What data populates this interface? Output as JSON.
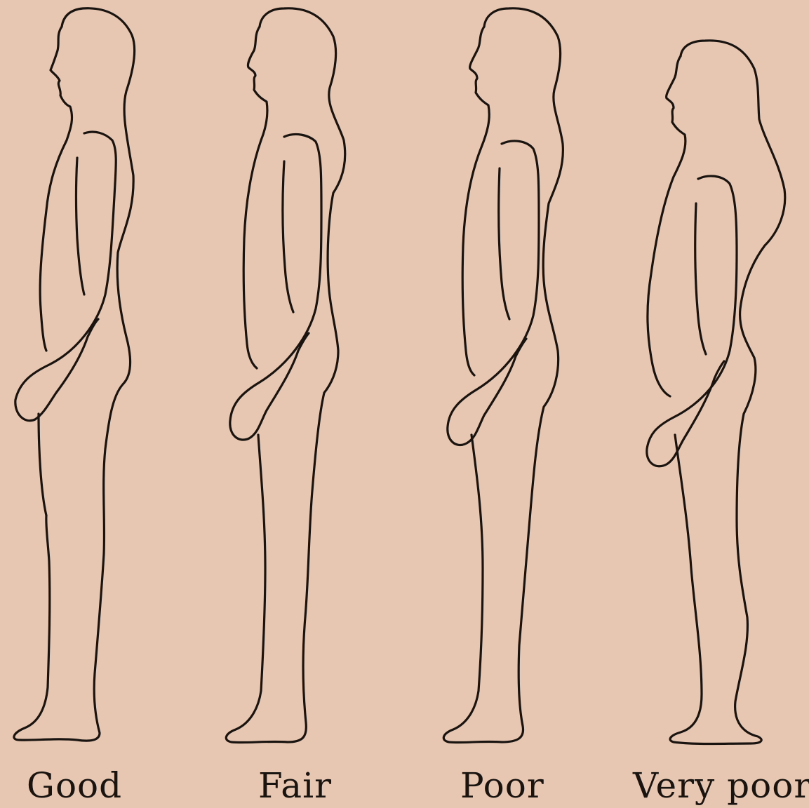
{
  "figures": [
    {
      "key": "good",
      "label": "Good"
    },
    {
      "key": "fair",
      "label": "Fair"
    },
    {
      "key": "poor",
      "label": "Poor"
    },
    {
      "key": "very_poor",
      "label": "Very poor"
    }
  ],
  "colors": {
    "background": "#e8c7b2",
    "ink": "#1a1411"
  }
}
